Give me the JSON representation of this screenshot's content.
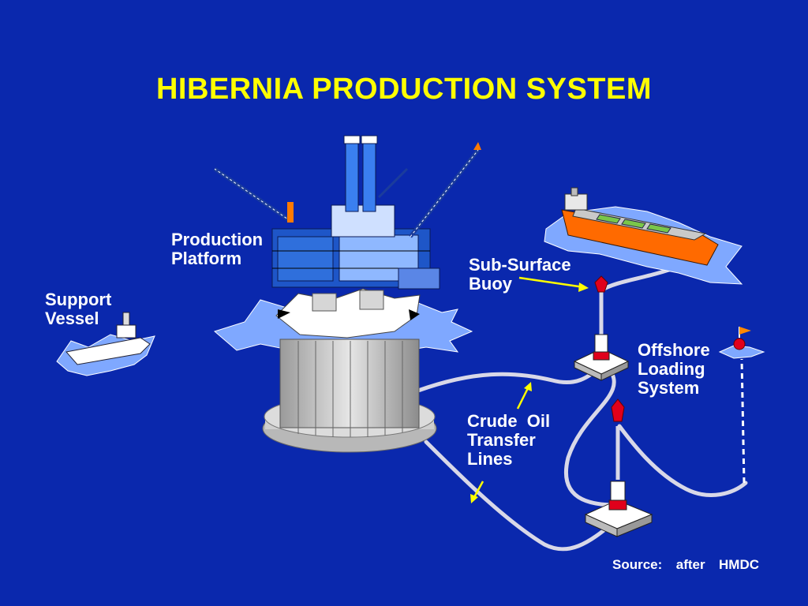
{
  "title": "HIBERNIA PRODUCTION SYSTEM",
  "labels": {
    "production_platform": [
      "Production",
      "Platform"
    ],
    "support_vessel": [
      "Support",
      "Vessel"
    ],
    "sub_surface_buoy": [
      "Sub-Surface",
      "Buoy"
    ],
    "offshore_loading_system": [
      "Offshore",
      "Loading",
      "System"
    ],
    "crude_oil_transfer_lines": [
      "Crude  Oil",
      "Transfer",
      "Lines"
    ]
  },
  "source": "Source:  after  HMDC",
  "colors": {
    "background": "#0a28ad",
    "title": "#ffff00",
    "label": "#ffffff",
    "water": "#7fa8ff",
    "tanker_hull": "#ff6a00",
    "buoy": "#e0001b"
  }
}
